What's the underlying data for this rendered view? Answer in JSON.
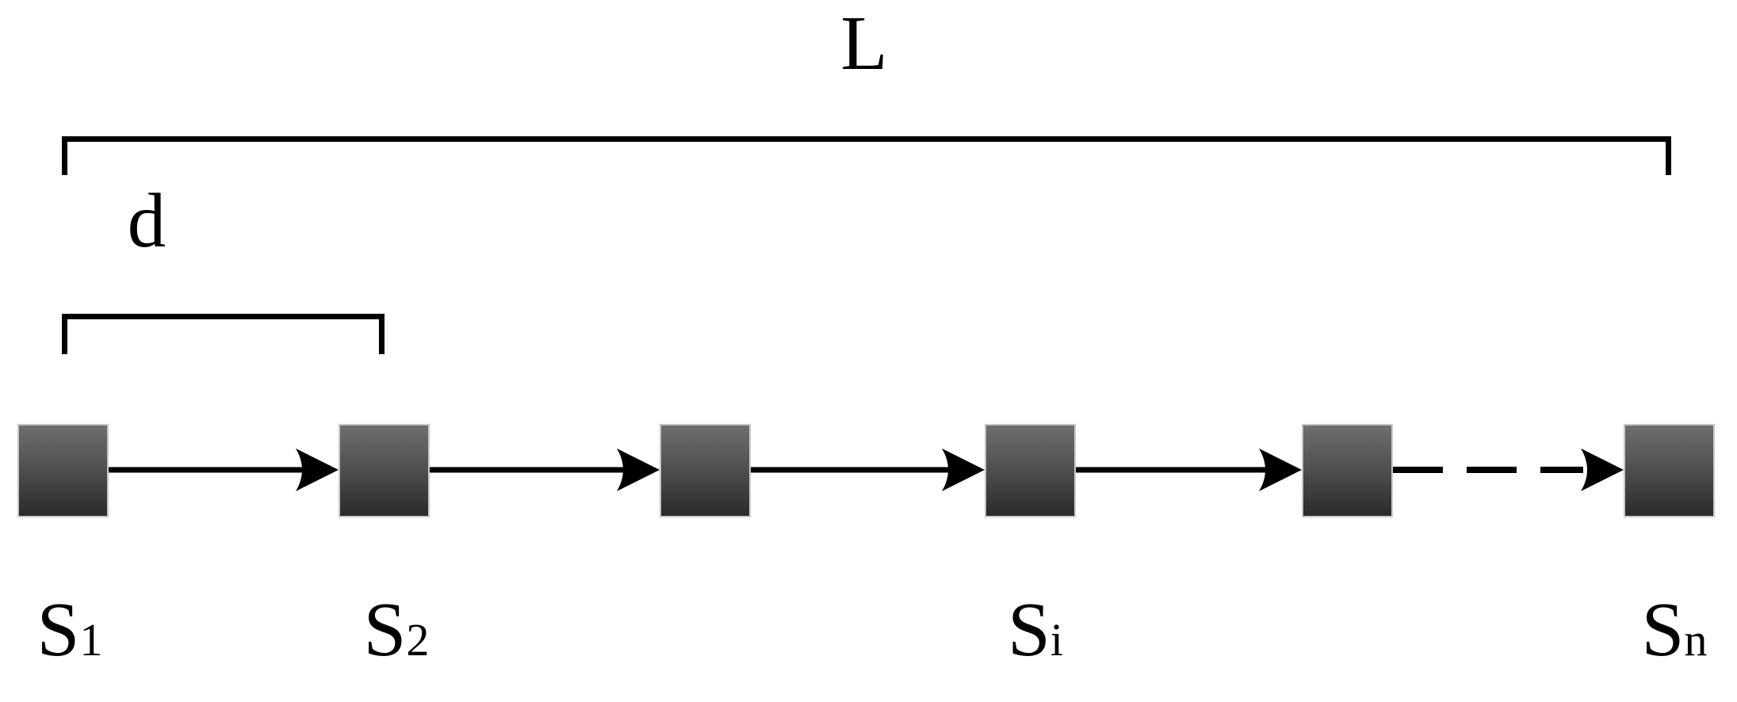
{
  "figure": {
    "background_color": "#ffffff",
    "stroke_color": "#000000",
    "length_bracket": {
      "label": "L"
    },
    "spacing_bracket": {
      "label": "d"
    },
    "nodes": [
      {
        "name": "node-1",
        "label": {
          "main": "S",
          "sub": "1"
        }
      },
      {
        "name": "node-2",
        "label": {
          "main": "S",
          "sub": "2"
        }
      },
      {
        "name": "node-3",
        "label": null
      },
      {
        "name": "node-4",
        "label": {
          "main": "S",
          "sub": "i"
        }
      },
      {
        "name": "node-5",
        "label": null
      },
      {
        "name": "node-6",
        "label": {
          "main": "S",
          "sub": "n"
        }
      }
    ],
    "connectors": [
      {
        "from": "node-1",
        "to": "node-2",
        "style": "solid"
      },
      {
        "from": "node-2",
        "to": "node-3",
        "style": "solid"
      },
      {
        "from": "node-3",
        "to": "node-4",
        "style": "solid"
      },
      {
        "from": "node-4",
        "to": "node-5",
        "style": "solid"
      },
      {
        "from": "node-5",
        "to": "node-6",
        "style": "dashed"
      }
    ],
    "colors": {
      "node_gradient_top": "#6f6f6f",
      "node_gradient_bottom": "#2b2b2b",
      "node_border": "#c8c8c8"
    }
  }
}
